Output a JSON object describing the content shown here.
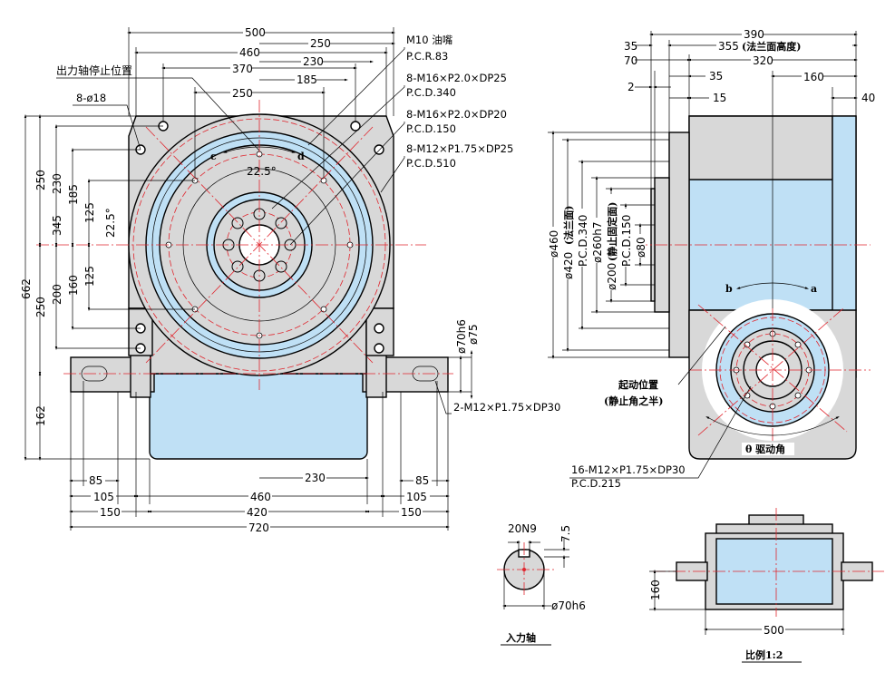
{
  "colors": {
    "body": "#d8d8d8",
    "blue": "#bfe0f5",
    "center": "#e0262e",
    "line": "#000000"
  },
  "front_view": {
    "dims_top": [
      "500",
      "250",
      "460",
      "230",
      "370",
      "185",
      "250"
    ],
    "dims_left": [
      "250",
      "230",
      "185",
      "345",
      "125",
      "22.5°",
      "662",
      "250",
      "200",
      "160",
      "125",
      "162"
    ],
    "dims_bottom": [
      "85",
      "105",
      "150",
      "460",
      "230",
      "420",
      "720",
      "85",
      "105",
      "150"
    ],
    "angle_label": "22.5°",
    "rot_c": "c",
    "rot_d": "d",
    "shaft_dims": [
      "ø70h6",
      "ø75"
    ]
  },
  "notes": {
    "stop_pos": "出力轴停止位置",
    "holes_8": "8-ø18",
    "m10": "M10 油嘴",
    "pcr": "P.C.R.83",
    "m16a": "8-M16×P2.0×DP25",
    "pcd340": "P.C.D.340",
    "m16b": "8-M16×P2.0×DP20",
    "pcd150": "P.C.D.150",
    "m12a": "8-M12×P1.75×DP25",
    "pcd510": "P.C.D.510",
    "m12b": "2-M12×P1.75×DP30"
  },
  "side_view": {
    "dims_top": [
      "390",
      "355",
      "(法兰面高度)",
      "35",
      "70",
      "320",
      "35",
      "160",
      "2",
      "15",
      "40"
    ],
    "dims_left": [
      "ø460",
      "ø420",
      "(法兰面)",
      "P.C.D.340",
      "ø260h7",
      "ø200",
      "(静止固定面)",
      "P.C.D.150",
      "ø80"
    ],
    "rot_b": "b",
    "rot_a": "a",
    "start_pos": "起动位置",
    "start_sub": "(静止角之半)",
    "drive_angle": "θ 驱动角",
    "m12c": "16-M12×P1.75×DP30",
    "pcd215": "P.C.D.215"
  },
  "input_shaft": {
    "key": "20N9",
    "depth": "7.5",
    "dia": "ø70h6",
    "title": "入力轴"
  },
  "bottom_view": {
    "h": "160",
    "w": "500",
    "scale": "比例1:2"
  }
}
